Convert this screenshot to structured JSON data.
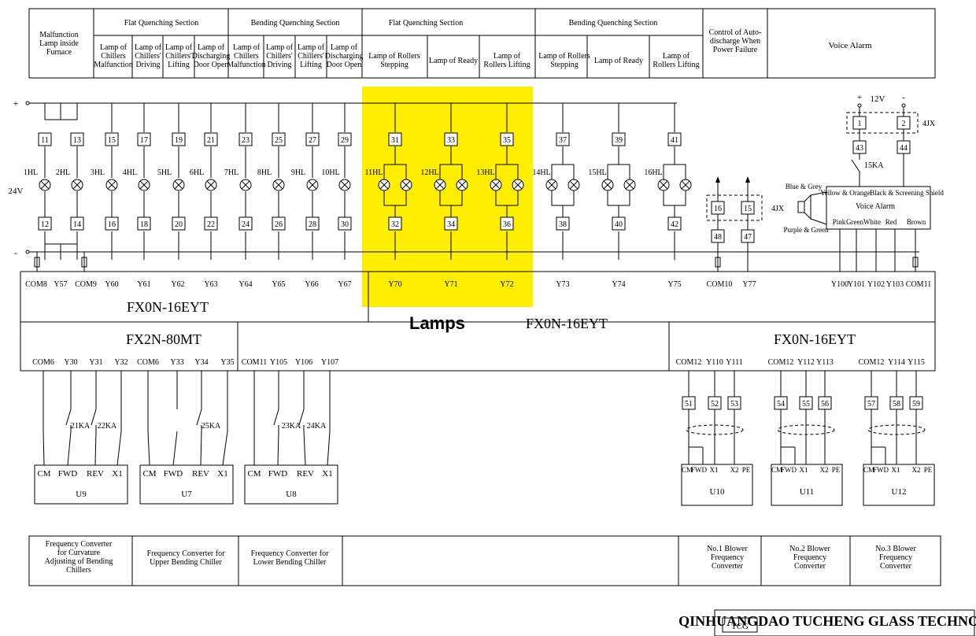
{
  "header": {
    "malfunction": [
      "Malfunction",
      "Lamp inside",
      "Furnace"
    ],
    "sections": [
      "Flat Quenching Section",
      "Bending Quenching Section",
      "Flat Quenching Section",
      "Bending Quenching Section"
    ],
    "autodischarge": [
      "Control of Auto-",
      "discharge When",
      "Power Failure"
    ],
    "voice_alarm": "Voice Alarm",
    "sub1": [
      [
        "Lamp of",
        "Chillers",
        "Malfunction"
      ],
      [
        "Lamp of",
        "Chillers'",
        "Driving"
      ],
      [
        "Lamp of",
        "Chillers'",
        "Lifting"
      ],
      [
        "Lamp of",
        "Discharging",
        "Door Open"
      ]
    ],
    "sub2": [
      [
        "Lamp of",
        "Chillers",
        "Malfunction"
      ],
      [
        "Lamp of",
        "Chillers'",
        "Driving"
      ],
      [
        "Lamp of",
        "Chillers'",
        "Lifting"
      ],
      [
        "Lamp of",
        "Discharging",
        "Door Open"
      ]
    ],
    "sub3": [
      [
        "Lamp of Rollers",
        "Stepping"
      ],
      [
        "Lamp of Ready"
      ],
      [
        "Lamp of",
        "Rollers Lifting"
      ]
    ],
    "sub4": [
      [
        "Lamp of Rollers",
        "Stepping"
      ],
      [
        "Lamp of Ready"
      ],
      [
        "Lamp of",
        "Rollers Lifting"
      ]
    ]
  },
  "rails": {
    "plus": "+",
    "minus": "-",
    "voltage": "24V"
  },
  "lamps": {
    "top_terminals": [
      "11",
      "13",
      "15",
      "17",
      "19",
      "21",
      "23",
      "25",
      "27",
      "29",
      "31",
      "33",
      "35",
      "37",
      "39",
      "41"
    ],
    "bottom_terminals": [
      "12",
      "14",
      "16",
      "18",
      "20",
      "22",
      "24",
      "26",
      "28",
      "30",
      "32",
      "34",
      "36",
      "38",
      "40",
      "42"
    ],
    "names": [
      "1HL",
      "2HL",
      "3HL",
      "4HL",
      "5HL",
      "6HL",
      "7HL",
      "8HL",
      "9HL",
      "10HL",
      "11HL",
      "12HL",
      "13HL",
      "14HL",
      "15HL",
      "16HL"
    ]
  },
  "plc_outputs_row1": [
    "COM8",
    "Y57",
    "COM9",
    "Y60",
    "Y61",
    "Y62",
    "Y63",
    "Y64",
    "Y65",
    "Y66",
    "Y67",
    "Y70",
    "Y71",
    "Y72",
    "Y73",
    "Y74",
    "Y75",
    "COM10",
    "Y77",
    "Y100",
    "Y101",
    "Y102",
    "Y103",
    "COM11"
  ],
  "modules": {
    "m1": "FX0N-16EYT",
    "m2": "FX0N-16EYT",
    "m3": "FX2N-80MT",
    "m4": "FX0N-16EYT"
  },
  "highlight_label": "Lamps",
  "autodischarge_block": {
    "terminals": [
      "16",
      "15"
    ],
    "lower": [
      "48",
      "47"
    ],
    "tag": "4JX"
  },
  "voice_block": {
    "supply": "12V",
    "plus": "+",
    "minus": "-",
    "terminals": [
      "1",
      "2"
    ],
    "lower": [
      "43",
      "44"
    ],
    "tag": "4JX",
    "relay": "15KA",
    "wire_top_left": "Yellow & Orange",
    "wire_top_right": "Black & Screening Shield",
    "title": "Voice Alarm",
    "wires_bottom": [
      "Pink",
      "Green",
      "White",
      "Red",
      "Brown"
    ],
    "speaker_top": "Blue & Grey",
    "speaker_bottom": "Purple & Green"
  },
  "fx2n_outputs": [
    "COM6",
    "Y30",
    "Y31",
    "Y32",
    "COM6",
    "Y33",
    "Y34",
    "Y35",
    "COM11",
    "Y105",
    "Y106",
    "Y107"
  ],
  "fx0n_outputs": [
    "COM12",
    "Y110",
    "Y111",
    "COM12",
    "Y112",
    "Y113",
    "COM12",
    "Y114",
    "Y115"
  ],
  "relays": [
    "21KA",
    "22KA",
    "25KA",
    "23KA",
    "24KA"
  ],
  "inverters_left": [
    {
      "pins": [
        "CM",
        "FWD",
        "REV",
        "X1"
      ],
      "name": "U9"
    },
    {
      "pins": [
        "CM",
        "FWD",
        "REV",
        "X1"
      ],
      "name": "U7"
    },
    {
      "pins": [
        "CM",
        "FWD",
        "REV",
        "X1"
      ],
      "name": "U8"
    }
  ],
  "inverters_right": [
    {
      "terms": [
        "51",
        "52",
        "53"
      ],
      "pins": [
        "CM",
        "FWD",
        "X1",
        "X2",
        "PE"
      ],
      "name": "U10"
    },
    {
      "terms": [
        "54",
        "55",
        "56"
      ],
      "pins": [
        "CM",
        "FWD",
        "X1",
        "X2",
        "PE"
      ],
      "name": "U11"
    },
    {
      "terms": [
        "57",
        "58",
        "59"
      ],
      "pins": [
        "CM",
        "FWD",
        "X1",
        "X2",
        "PE"
      ],
      "name": "U12"
    }
  ],
  "footer": [
    [
      "Frequency Converter",
      "for Curvature",
      "Adjusting of Bending",
      "Chillers"
    ],
    [
      "Frequency Converter for",
      "Upper Bending Chiller"
    ],
    [
      "Frequency Converter for",
      "Lower Bending Chiller"
    ],
    [
      ""
    ],
    [
      "No.1 Blower",
      "Frequency",
      "Converter"
    ],
    [
      "No.2 Blower",
      "Frequency",
      "Converter"
    ],
    [
      "No.3 Blower",
      "Frequency",
      "Converter"
    ]
  ],
  "company": "QINHUANGDAO TUCHENG GLASS TECHNOLOGY CO",
  "company_logo": "TCG"
}
